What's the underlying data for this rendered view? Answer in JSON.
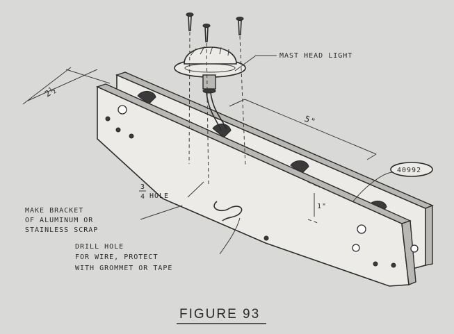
{
  "labels": {
    "mast_head_light": "MAST HEAD LIGHT",
    "dim_2_half": "2½",
    "dim_5": "5\"",
    "dim_1": "1\"",
    "part_number": "40992",
    "hole_size_num": "3",
    "hole_size_den": "4",
    "hole_label": "HOLE",
    "bracket_line1": "MAKE BRACKET",
    "bracket_line2": "OF ALUMINUM OR",
    "bracket_line3": "STAINLESS SCRAP",
    "drill_line1": "DRILL HOLE",
    "drill_line2": "FOR WIRE, PROTECT",
    "drill_line3": "WITH GROMMET OR TAPE",
    "figure_caption": "FIGURE 93"
  }
}
